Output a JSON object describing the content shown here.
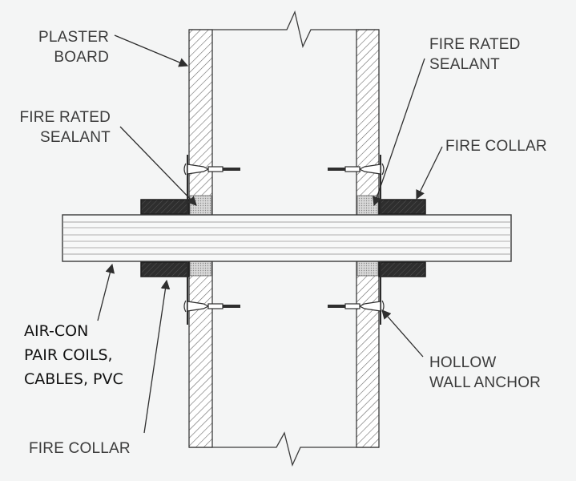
{
  "labels": {
    "plaster_board": [
      "PLASTER",
      "BOARD"
    ],
    "fire_rated_sealant_left": [
      "FIRE RATED",
      "SEALANT"
    ],
    "fire_rated_sealant_right": [
      "FIRE RATED",
      "SEALANT"
    ],
    "fire_collar_right": "FIRE COLLAR",
    "fire_collar_bottom": "FIRE COLLAR",
    "air_con": [
      "AIR-CON",
      "PAIR COILS,",
      "CABLES, PVC"
    ],
    "hollow_wall_anchor": [
      "HOLLOW",
      "WALL ANCHOR"
    ]
  },
  "colors": {
    "line": "#3a3a3a",
    "collar": "#2b2b2b",
    "sealant": "#cfcfcf",
    "pipe": "#f7f8f8"
  }
}
